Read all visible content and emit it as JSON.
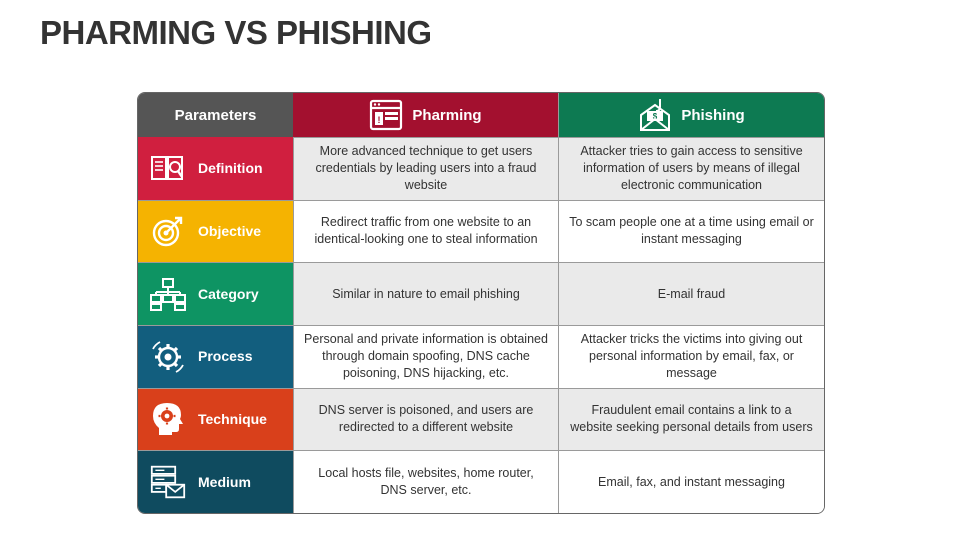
{
  "title": "PHARMING VS PHISHING",
  "colors": {
    "header_params": "#555555",
    "header_pharming": "#a3102f",
    "header_phishing": "#0d7a52",
    "definition": "#d01f3f",
    "objective": "#f5b301",
    "category": "#0e9463",
    "process": "#125e7e",
    "technique": "#d9401b",
    "medium": "#0f4b5f"
  },
  "header": {
    "parameters": "Parameters",
    "pharming": "Pharming",
    "phishing": "Phishing",
    "pharming_icon": "browser-warning-icon",
    "phishing_icon": "phishing-hook-envelope-icon"
  },
  "rows": [
    {
      "label": "Definition",
      "icon": "book-search-icon",
      "pharming": "More advanced technique to get users credentials by leading users into a fraud website",
      "phishing": "Attacker tries to gain access to sensitive information of users by means of illegal electronic communication"
    },
    {
      "label": "Objective",
      "icon": "target-icon",
      "pharming": "Redirect traffic from one website to an identical-looking one to steal information",
      "phishing": "To scam people one at a time using email or instant messaging"
    },
    {
      "label": "Category",
      "icon": "hierarchy-icon",
      "pharming": "Similar in nature to email phishing",
      "phishing": "E-mail fraud"
    },
    {
      "label": "Process",
      "icon": "gears-icon",
      "pharming": "Personal and private information is obtained through domain spoofing, DNS cache poisoning, DNS hijacking, etc.",
      "phishing": "Attacker tricks the victims into giving out personal information by email, fax, or message"
    },
    {
      "label": "Technique",
      "icon": "head-gear-icon",
      "pharming": "DNS server is poisoned, and users are redirected to a different website",
      "phishing": "Fraudulent email contains a link to a website seeking personal details from users"
    },
    {
      "label": "Medium",
      "icon": "server-email-icon",
      "pharming": "Local hosts file, websites, home router, DNS server, etc.",
      "phishing": "Email, fax, and instant messaging"
    }
  ]
}
